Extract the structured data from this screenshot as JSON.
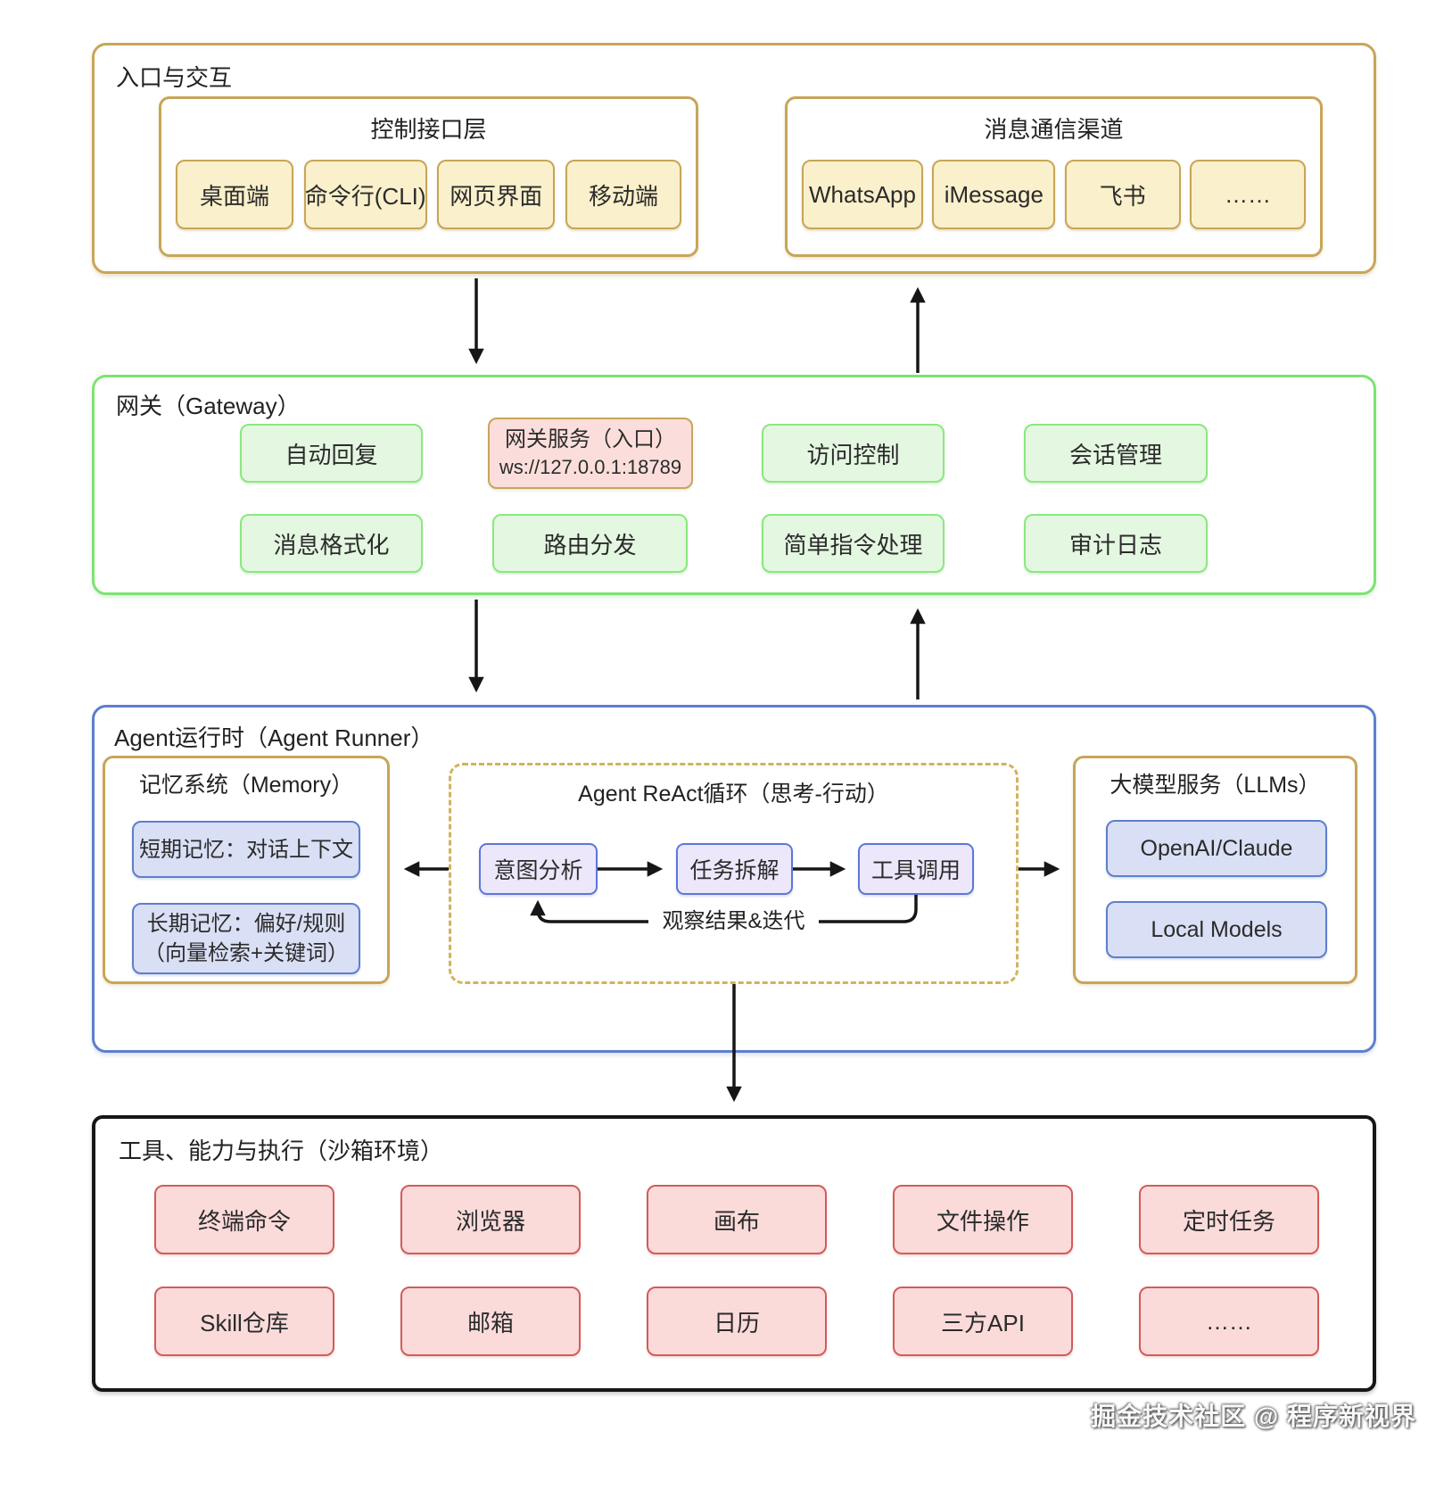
{
  "colors": {
    "gold": "#C8A557",
    "gold-fill": "#FAF0CB",
    "green": "#7BE471",
    "green-box": "#8AE87E",
    "green-fill": "#E4F7E1",
    "pink-fill": "#FBDEDB",
    "blue": "#5D7FCE",
    "blue-fill": "#D9DFF4",
    "purple": "#5C77D9",
    "purple-fill": "#ECE7FA",
    "dash-gold": "#D2B25D",
    "red": "#D45B5B",
    "red-fill": "#FBDBDA",
    "black": "#161616",
    "text": "#2B2B2B"
  },
  "entry": {
    "title": "入口与交互",
    "control": {
      "title": "控制接口层",
      "items": [
        "桌面端",
        "命令行(CLI)",
        "网页界面",
        "移动端"
      ]
    },
    "message": {
      "title": "消息通信渠道",
      "items": [
        "WhatsApp",
        "iMessage",
        "飞书",
        "……"
      ]
    }
  },
  "gateway": {
    "title": "网关（Gateway）",
    "service": {
      "line1": "网关服务（入口）",
      "line2": "ws://127.0.0.1:18789"
    },
    "row1": [
      "自动回复",
      "访问控制",
      "会话管理"
    ],
    "row2": [
      "消息格式化",
      "路由分发",
      "简单指令处理",
      "审计日志"
    ]
  },
  "agent": {
    "title": "Agent运行时（Agent Runner）",
    "memory": {
      "title": "记忆系统（Memory）",
      "short": "短期记忆：对话上下文",
      "long_line1": "长期记忆：偏好/规则",
      "long_line2": "（向量检索+关键词）"
    },
    "react": {
      "title": "Agent ReAct循环（思考-行动）",
      "steps": [
        "意图分析",
        "任务拆解",
        "工具调用"
      ],
      "loop": "观察结果&迭代"
    },
    "llm": {
      "title": "大模型服务（LLMs）",
      "items": [
        "OpenAI/Claude",
        "Local Models"
      ]
    }
  },
  "tools": {
    "title": "工具、能力与执行（沙箱环境）",
    "row1": [
      "终端命令",
      "浏览器",
      "画布",
      "文件操作",
      "定时任务"
    ],
    "row2": [
      "Skill仓库",
      "邮箱",
      "日历",
      "三方API",
      "……"
    ]
  },
  "watermark": "掘金技术社区 @ 程序新视界"
}
